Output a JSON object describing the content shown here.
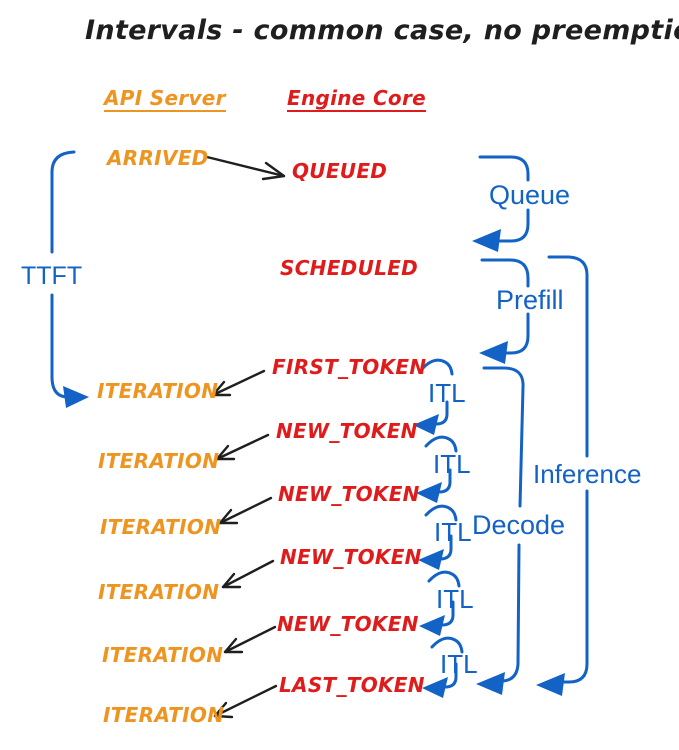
{
  "title": "Intervals - common case, no preemptions",
  "colors": {
    "orange": "#EE9420",
    "red": "#E01B1B",
    "blue": "#1263C5",
    "ink": "#1F1F1F",
    "bg": "#FFFFFF"
  },
  "columns": {
    "api_server": "API Server",
    "engine_core": "Engine Core"
  },
  "events": {
    "arrived": "ARRIVED",
    "queued": "QUEUED",
    "scheduled": "SCHEDULED",
    "first_token": "FIRST_TOKEN",
    "new_token": "NEW_TOKEN",
    "last_token": "LAST_TOKEN",
    "iteration": "ITERATION"
  },
  "event_counts": {
    "iteration_rows": 6,
    "new_token_rows": 4,
    "itl_brackets": 5
  },
  "intervals": {
    "ttft": "TTFT",
    "queue": "Queue",
    "prefill": "Prefill",
    "itl": "ITL",
    "decode": "Decode",
    "inference": "Inference"
  }
}
